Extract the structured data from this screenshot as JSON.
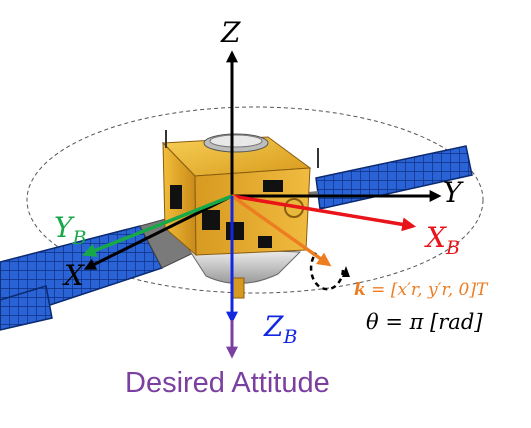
{
  "axes": {
    "world_z": "Z",
    "world_y": "Y",
    "world_x": "X",
    "body_x": "X",
    "body_x_sub": "B",
    "body_y": "Y",
    "body_y_sub": "B",
    "body_z": "Z",
    "body_z_sub": "B"
  },
  "rotation": {
    "axis_prefix": "k",
    "axis_value": " = [x′r, y′r, 0]T",
    "angle": "θ = π [rad]"
  },
  "caption": "Desired Attitude",
  "colors": {
    "world": "#000000",
    "body_x": "#e8141a",
    "body_y": "#17a84a",
    "body_z": "#1228e0",
    "rotation_axis": "#ee7d22",
    "caption": "#7b3fa0",
    "panel": "#1f56c9",
    "bus": "#e0a52a"
  }
}
